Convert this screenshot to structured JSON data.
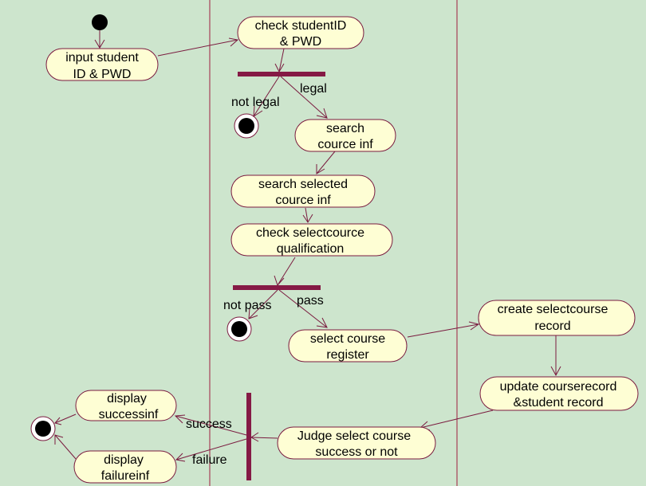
{
  "nodes": {
    "input_student": [
      "input student",
      "ID & PWD"
    ],
    "check_student": [
      "check studentID",
      "& PWD"
    ],
    "search_cource": [
      "search",
      "cource inf"
    ],
    "search_selected": [
      "search selected",
      "cource inf"
    ],
    "check_select": [
      "check selectcource",
      "qualification"
    ],
    "select_course": [
      "select course",
      "register"
    ],
    "create_record": [
      "create selectcourse",
      "record"
    ],
    "update_record": [
      "update courserecord",
      "&student record"
    ],
    "judge": [
      "Judge select course",
      "success or not"
    ],
    "display_success": [
      "display",
      "successinf"
    ],
    "display_failure": [
      "display",
      "failureinf"
    ]
  },
  "guards": {
    "legal": "legal",
    "not_legal": "not legal",
    "pass": "pass",
    "not_pass": "not pass",
    "success": "success",
    "failure": "failure"
  },
  "colors": {
    "background": "#cde5cd",
    "node_fill": "#fefed4",
    "stroke": "#7a1b3f",
    "bar": "#851a45"
  }
}
